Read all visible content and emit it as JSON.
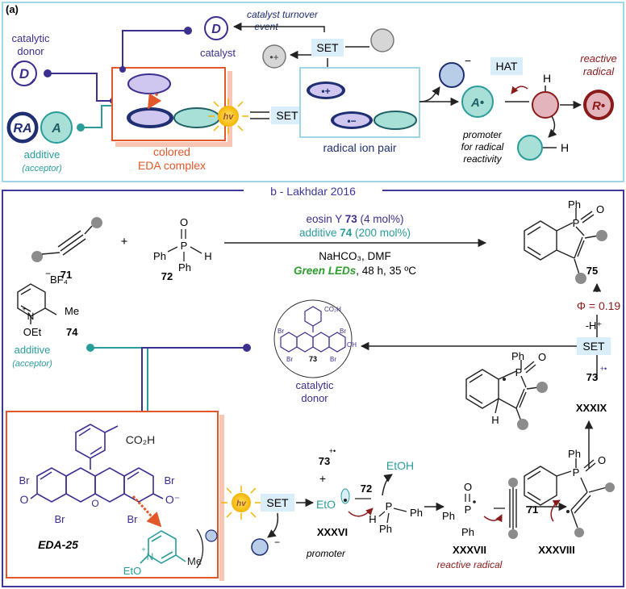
{
  "colors": {
    "purple": "#3b2f8f",
    "teal": "#2a9d9a",
    "orange": "#e2582a",
    "darkred": "#8b1a1a",
    "lightblue": "#d9eef8",
    "panel_a_border": "#9fd6e6",
    "panel_b_border": "#3f3799",
    "gray": "#8c8c8c"
  },
  "panel_a": {
    "label": "(a)",
    "catalytic_donor_line1": "catalytic",
    "catalytic_donor_line2": "donor",
    "donor_letter": "D",
    "catalyst_letter": "D",
    "catalyst_label": "catalyst",
    "turnover_line1": "catalyst turnover",
    "turnover_line2": "event",
    "set_top": "SET",
    "ra_label": "RA",
    "a_label": "A",
    "additive": "additive",
    "acceptor": "(acceptor)",
    "colored": "colored",
    "eda_complex": "EDA complex",
    "hv": "hv",
    "set_mid": "SET",
    "radical_ion_pair": "radical ion pair",
    "cation_mark": "•+",
    "anion_mark": "•−",
    "minus_mark": "−",
    "plus_dot": "•+",
    "a_radical": "A•",
    "hat": "HAT",
    "h_label": "H",
    "h_label2": "H",
    "reactive_line1": "reactive",
    "reactive_line2": "radical",
    "r_radical": "R•",
    "promoter_line1": "promoter",
    "promoter_line2": "for radical",
    "promoter_line3": "reactivity"
  },
  "panel_b": {
    "title": "b - Lakhdar 2016",
    "cond1_prefix": "eosin Y ",
    "cond1_num": "73",
    "cond1_suffix": " (4 mol%)",
    "cond2_prefix": "additive ",
    "cond2_num": "74",
    "cond2_suffix": " (200 mol%)",
    "cond3": "NaHCO₃, DMF",
    "cond4_green": "Green LEDs",
    "cond4_rest": ", 48 h, 35 ºC",
    "plus": "+",
    "c71": "71",
    "c72": "72",
    "c75": "75",
    "p_label": "P",
    "o_label": "O",
    "ph_label": "Ph",
    "h_label": "H",
    "bf4": "BF₄",
    "minus": "−",
    "plus_small": "+",
    "n_label": "N",
    "me": "Me",
    "oet": "OEt",
    "c74": "74",
    "additive": "additive",
    "acceptor": "(acceptor)",
    "br": "Br",
    "oh": "OH",
    "co2h_small": "CO₂H",
    "c73": "73",
    "catalytic_line1": "catalytic",
    "catalytic_line2": "donor",
    "phi": "Φ = 0.19",
    "minus_h": "-H⁺",
    "set_right": "SET",
    "c73_rad": "73",
    "rad_mark": "+•",
    "xxxix": "XXXIX",
    "co2h": "CO₂H",
    "o_minus": "O⁻",
    "o_keto": "O",
    "eda25": "EDA-25",
    "eto": "EtO",
    "hv": "hv",
    "set_bottom": "SET",
    "c73_bottom": "73",
    "eto_rad": "EtO",
    "xxxvi": "XXXVI",
    "promoter": "promoter",
    "etoh": "EtOH",
    "c72_bottom": "72",
    "xxxvii": "XXXVII",
    "reactive_radical": "reactive radical",
    "c71_bottom": "71",
    "xxxviii": "XXXVIII"
  }
}
